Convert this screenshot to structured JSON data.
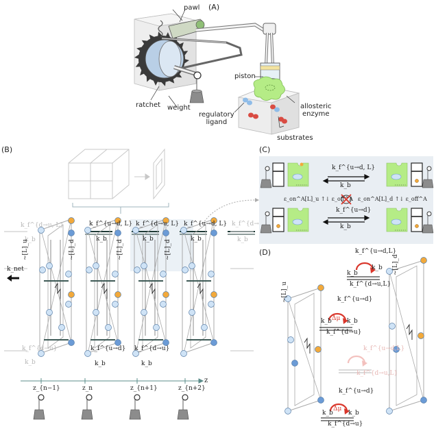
{
  "panels": {
    "a": "(A)",
    "b": "(B)",
    "c": "(C)",
    "d": "(D)"
  },
  "panel_a": {
    "labels": {
      "pawl": "pawl",
      "piston": "piston",
      "ratchet": "ratchet",
      "weight": "weight",
      "allosteric_enzyme": "allosteric\nenzyme",
      "regulatory_ligand": "regulatory\nligand",
      "substrates": "substrates"
    }
  },
  "panel_b": {
    "k_f_dul": "k_f^{d→u, L}",
    "k_f_udl": "k_f^{u→d, L}",
    "k_b": "k_b",
    "k_f_ud": "k_f^{u→d}",
    "k_f_du": "k_f^{d→u}",
    "k_net": "k_net",
    "L_u": "~[L]_u",
    "L_d": "~[L]_d",
    "axis_label": "z",
    "axis_ticks": [
      "z_{n−1}",
      "z_n",
      "z_{n+1}",
      "z_{n+2}"
    ]
  },
  "panel_c": {
    "k_f_udl": "k_f^{u→d, L}",
    "k_f_ud": "k_f^{u→d}",
    "k_b": "k_b",
    "left_rates": "ε_on^A[L]_u ↑↓ ε_off^A",
    "right_rates": "ε_on^A[L]_d ↑↓ ε_off^A"
  },
  "panel_d": {
    "k_f_udl": "k_f^{u→d,L}",
    "k_f_dul": "k_f^{d→u,L}",
    "k_f_ud": "k_f^{u→d}",
    "k_f_du": "k_f^{d→u}",
    "k_b": "k_b",
    "delta_mu": "Δμ",
    "L_u": "~[L]_u",
    "L_d": "~[L]_d"
  },
  "colors": {
    "blue_light": "#cfe3f6",
    "blue_dark": "#6b9bd6",
    "orange": "#f2a93b",
    "enzyme_green": "#b5ec86",
    "red_arrow": "#d9362b",
    "panel_c_bg": "#e9eef3",
    "axis": "#5b8c8a"
  }
}
